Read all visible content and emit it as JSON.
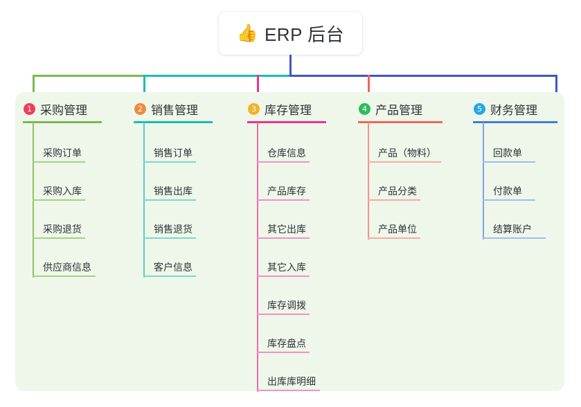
{
  "root": {
    "emoji": "👍",
    "emoji_name": "thumbs-up-emoji",
    "title": "ERP 后台"
  },
  "colors": {
    "panel_background": "#eef7ea",
    "trunk": "#4055c4",
    "card_background": "#ffffff",
    "text": "#2f3238"
  },
  "columns": [
    {
      "number": "1",
      "title": "采购管理",
      "badge_color": "#ef3e57",
      "line_color": "#74b martial",
      "items": [
        {
          "label": "采购订单"
        },
        {
          "label": "采购入库"
        },
        {
          "label": "采购退货"
        },
        {
          "label": "供应商信息"
        }
      ]
    },
    {
      "number": "2",
      "title": "销售管理",
      "badge_color": "#f08a3c",
      "items": [
        {
          "label": "销售订单"
        },
        {
          "label": "销售出库"
        },
        {
          "label": "销售退货"
        },
        {
          "label": "客户信息"
        }
      ]
    },
    {
      "number": "3",
      "title": "库存管理",
      "badge_color": "#f2b229",
      "items": [
        {
          "label": "仓库信息"
        },
        {
          "label": "产品库存"
        },
        {
          "label": "其它出库"
        },
        {
          "label": "其它入库"
        },
        {
          "label": "库存调拨"
        },
        {
          "label": "库存盘点"
        },
        {
          "label": "出库库明细"
        }
      ]
    },
    {
      "number": "4",
      "title": "产品管理",
      "badge_color": "#2cbd5a",
      "items": [
        {
          "label": "产品（物料）"
        },
        {
          "label": "产品分类"
        },
        {
          "label": "产品单位"
        }
      ]
    },
    {
      "number": "5",
      "title": "财务管理",
      "badge_color": "#23a9e8",
      "items": [
        {
          "label": "回款单"
        },
        {
          "label": "付款单"
        },
        {
          "label": "结算账户"
        }
      ]
    }
  ]
}
